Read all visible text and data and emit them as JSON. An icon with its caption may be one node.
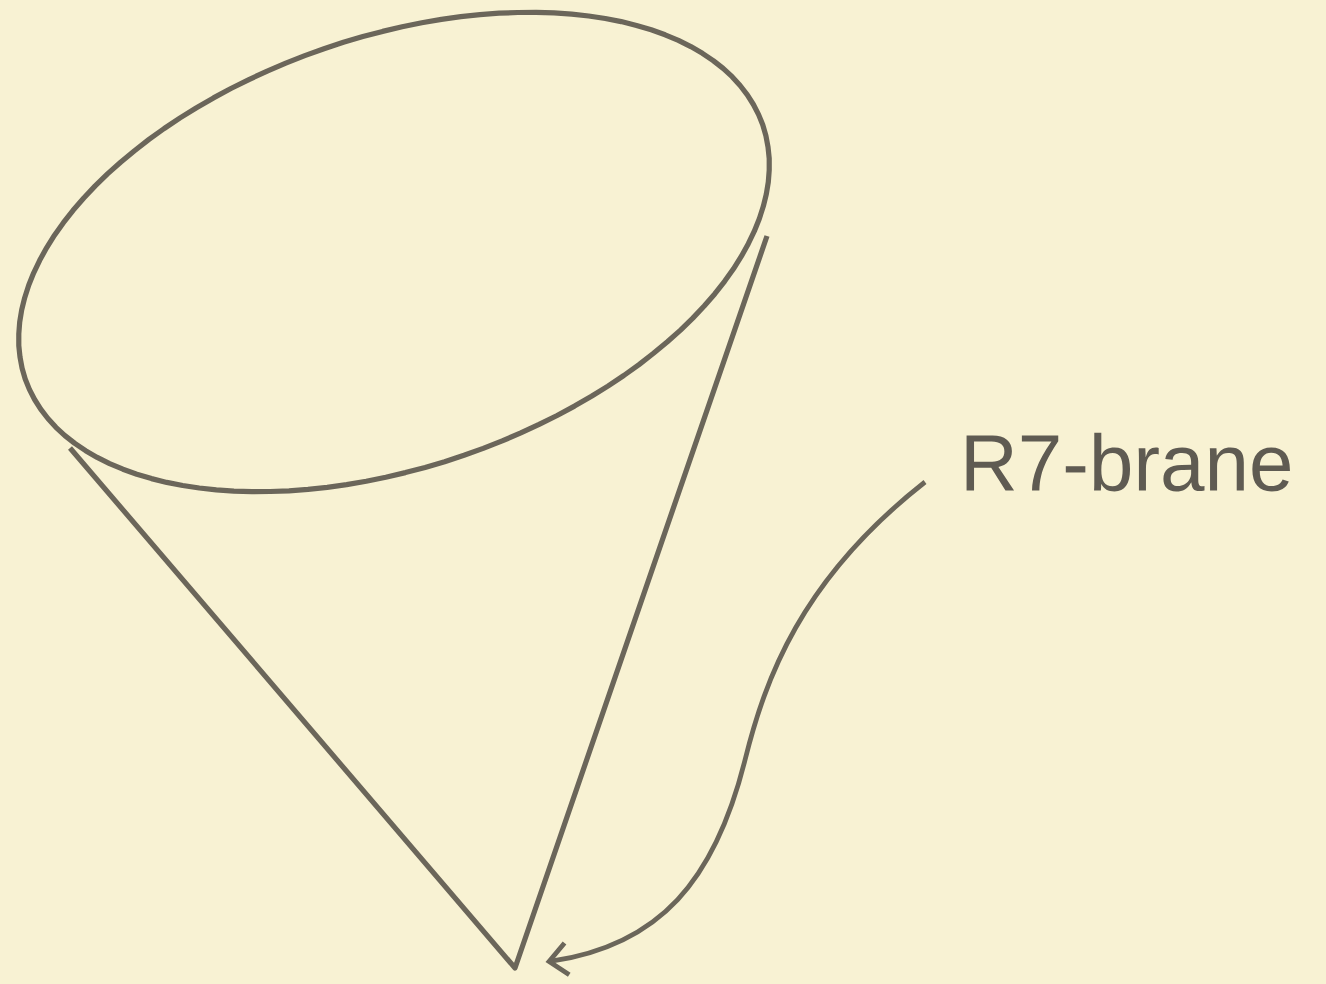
{
  "diagram": {
    "nodes": [
      {
        "text": [
          "R7-brane"
        ]
      },
      {
        "text": [],
        "shape": "picture"
      }
    ],
    "edges": [
      {
        "from": 0,
        "to": 1,
        "arrow": "to"
      }
    ]
  }
}
